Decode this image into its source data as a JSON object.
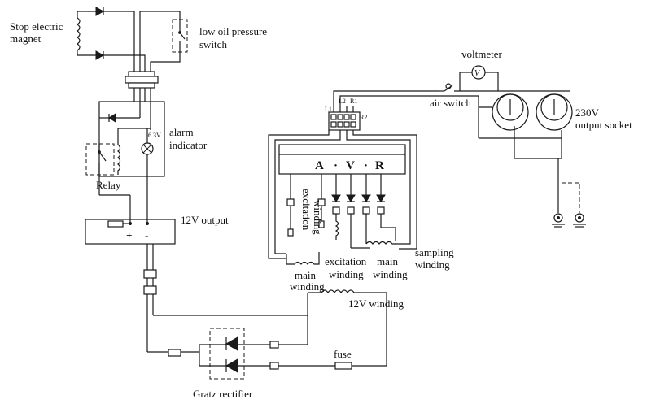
{
  "labels": {
    "stop_magnet": [
      "Stop electric",
      "magnet"
    ],
    "low_oil": [
      "low oil pressure",
      "switch"
    ],
    "alarm": [
      "alarm",
      "indicator"
    ],
    "lamp_voltage": "6.3V",
    "relay": "Relay",
    "output_12v": "12V output",
    "plus": "+",
    "minus": "-",
    "voltmeter": "voltmeter",
    "voltmeter_symbol": "V",
    "air_switch": "air switch",
    "output_230v": [
      "230V",
      "output socket"
    ],
    "terminal_l1": "L1",
    "terminal_l2": "L2",
    "terminal_r1": "R1",
    "terminal_r2": "R2",
    "avr_a": "A",
    "avr_dot1": "·",
    "avr_v": "V",
    "avr_dot2": "·",
    "avr_r": "R",
    "excitation_vertical": [
      "excitation",
      "winding"
    ],
    "excitation_winding": [
      "excitation",
      "winding"
    ],
    "main_winding_left": [
      "main",
      "winding"
    ],
    "main_winding_mid": [
      "main",
      "winding"
    ],
    "sampling_winding": [
      "sampling",
      "winding"
    ],
    "winding_12v": "12V winding",
    "fuse": "fuse",
    "gratz": "Gratz rectifier"
  }
}
